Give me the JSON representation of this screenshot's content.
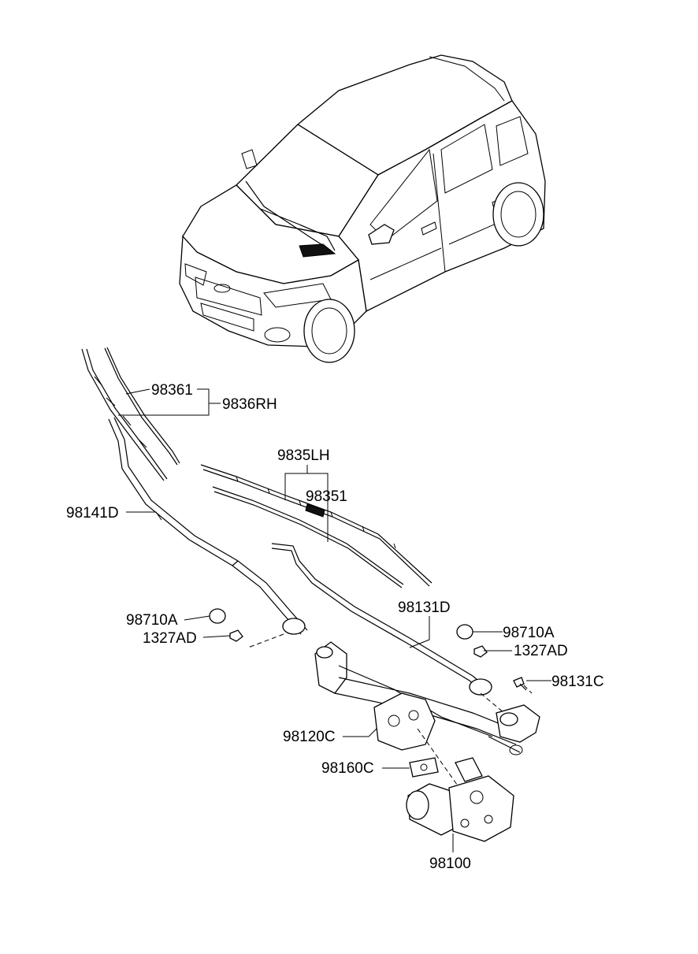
{
  "colors": {
    "line": "#000000",
    "background": "#ffffff"
  },
  "labels": {
    "p98361": "98361",
    "p9836RH": "9836RH",
    "p9835LH": "9835LH",
    "p98351": "98351",
    "p98141D": "98141D",
    "p98131D": "98131D",
    "p98710A_left": "98710A",
    "p1327AD_left": "1327AD",
    "p98710A_right": "98710A",
    "p1327AD_right": "1327AD",
    "p98131C": "98131C",
    "p98120C": "98120C",
    "p98160C": "98160C",
    "p98100": "98100"
  }
}
